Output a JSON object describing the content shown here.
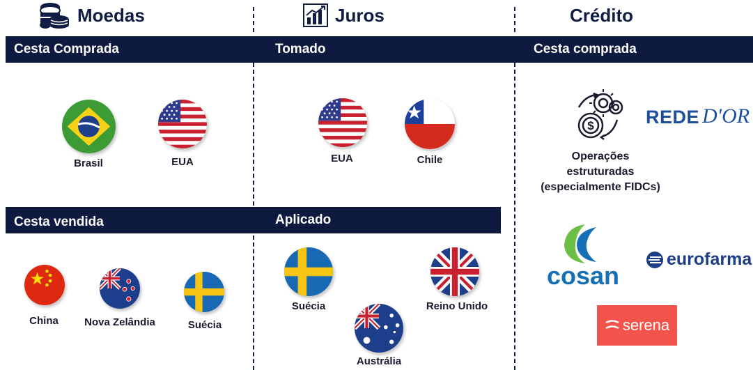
{
  "columns": {
    "moedas": {
      "title": "Moedas",
      "icon": "coins-stack-icon"
    },
    "juros": {
      "title": "Juros",
      "icon": "bar-chart-icon"
    },
    "credito": {
      "title": "Crédito"
    }
  },
  "moedas": {
    "top_label": "Cesta Comprada",
    "top_items": [
      {
        "name": "Brasil",
        "flag": "brazil-flag-icon"
      },
      {
        "name": "EUA",
        "flag": "usa-flag-icon"
      }
    ],
    "bottom_label": "Cesta vendida",
    "bottom_items": [
      {
        "name": "China",
        "flag": "china-flag-icon"
      },
      {
        "name": "Nova Zelândia",
        "flag": "new-zealand-flag-icon"
      },
      {
        "name": "Suécia",
        "flag": "sweden-flag-icon"
      }
    ]
  },
  "juros": {
    "top_label": "Tomado",
    "top_items": [
      {
        "name": "EUA",
        "flag": "usa-flag-icon"
      },
      {
        "name": "Chile",
        "flag": "chile-flag-icon"
      }
    ],
    "bottom_label": "Aplicado",
    "bottom_items": [
      {
        "name": "Suécia",
        "flag": "sweden-flag-icon"
      },
      {
        "name": "Reino Unido",
        "flag": "uk-flag-icon"
      },
      {
        "name": "Austrália",
        "flag": "australia-flag-icon"
      }
    ]
  },
  "credito": {
    "top_label": "Cesta comprada",
    "operations_line1": "Operações",
    "operations_line2": "estruturadas",
    "operations_line3": "(especialmente FIDCs)",
    "logos": {
      "rededor_a": "REDE",
      "rededor_b": "D'OR",
      "cosan": "cosan",
      "eurofarma": "eurofarma",
      "serena": "serena"
    }
  },
  "colors": {
    "navy": "#0e1a3f",
    "rededor_blue": "#1b4f9c",
    "cosan_blue": "#1570b5",
    "cosan_green": "#6bbf44",
    "eurofarma_blue": "#1c3e87",
    "serena_red": "#f2544c"
  }
}
